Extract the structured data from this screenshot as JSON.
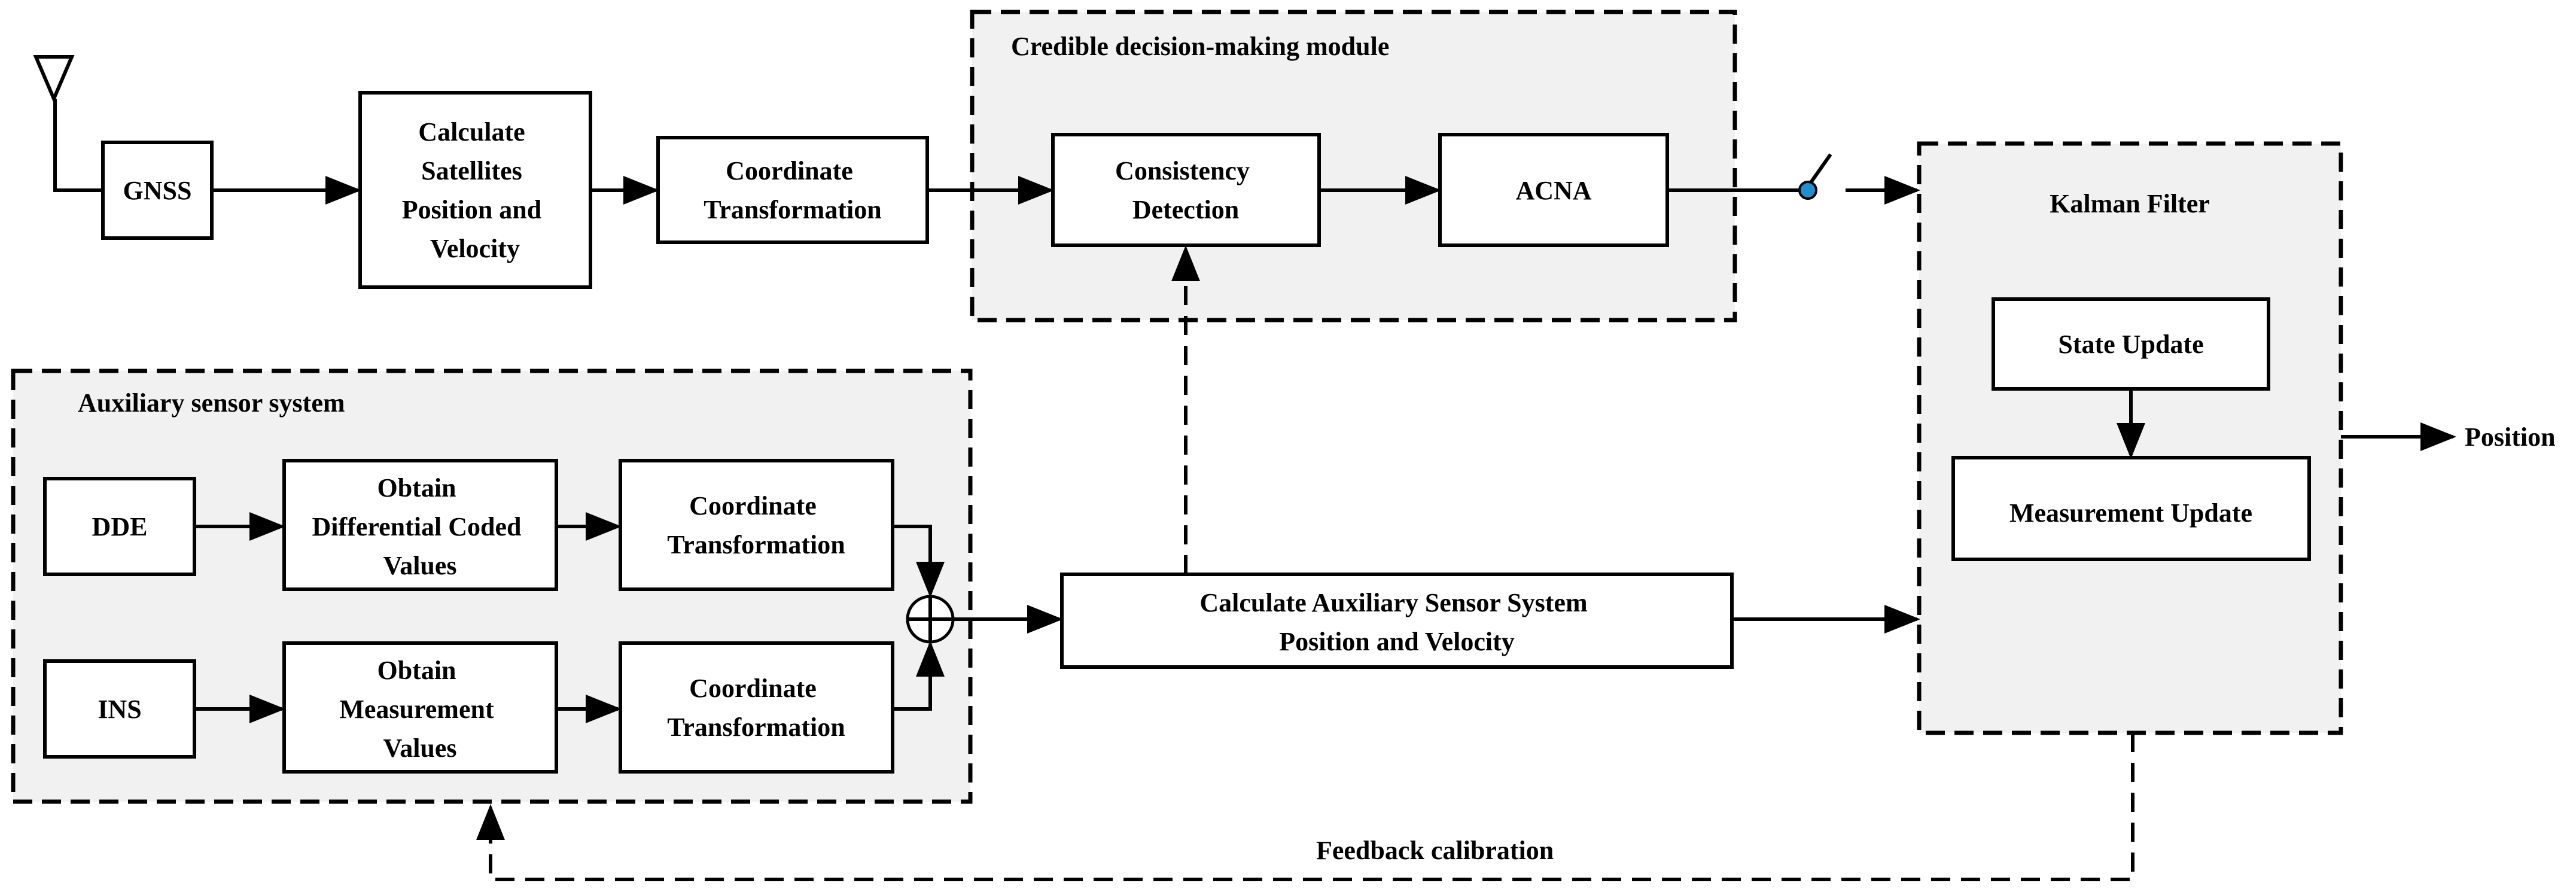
{
  "regions": {
    "credible": "Credible decision-making module",
    "auxiliary": "Auxiliary sensor system",
    "kalman": "Kalman Filter"
  },
  "blocks": {
    "gnss": [
      "GNSS"
    ],
    "calc_sat": [
      "Calculate",
      "Satellites",
      "Position and",
      "Velocity"
    ],
    "coord_top": [
      "Coordinate",
      "Transformation"
    ],
    "consistency": [
      "Consistency",
      "Detection"
    ],
    "acna": [
      "ACNA"
    ],
    "dde": [
      "DDE"
    ],
    "obtain_diff": [
      "Obtain",
      "Differential Coded",
      "Values"
    ],
    "coord_mid": [
      "Coordinate",
      "Transformation"
    ],
    "ins": [
      "INS"
    ],
    "obtain_meas": [
      "Obtain",
      "Measurement",
      "Values"
    ],
    "coord_low": [
      "Coordinate",
      "Transformation"
    ],
    "calc_aux": [
      "Calculate Auxiliary Sensor System",
      "Position and Velocity"
    ],
    "state_update": [
      "State Update"
    ],
    "measurement_update": [
      "Measurement Update"
    ]
  },
  "labels": {
    "position": "Position",
    "feedback": "Feedback calibration"
  }
}
